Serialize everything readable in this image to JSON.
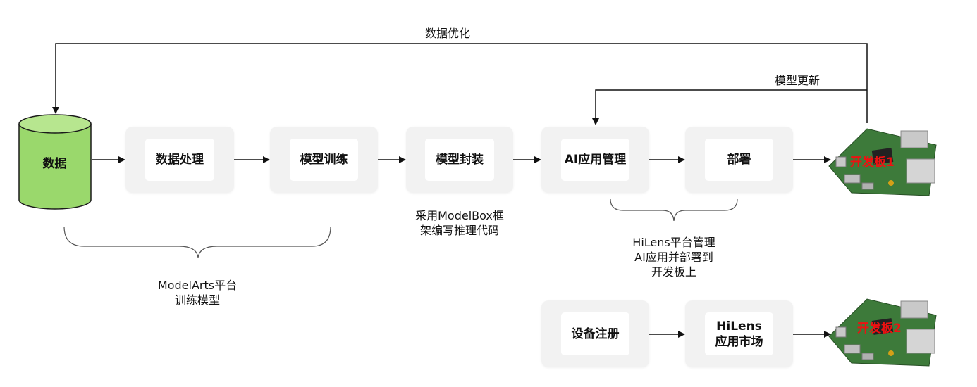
{
  "database": {
    "label": "数据",
    "fill_color": "#9ad86c",
    "stroke_color": "#1a1a1a"
  },
  "pipeline": [
    {
      "id": "data-processing",
      "label": "数据处理"
    },
    {
      "id": "model-training",
      "label": "模型训练"
    },
    {
      "id": "model-packaging",
      "label": "模型封装"
    },
    {
      "id": "ai-app-management",
      "label": "AI应用管理"
    },
    {
      "id": "deploy",
      "label": "部署"
    }
  ],
  "registration": [
    {
      "id": "device-registration",
      "label": "设备注册"
    },
    {
      "id": "hilens-app-market",
      "label": "HiLens\n应用市场"
    }
  ],
  "boards": [
    {
      "id": "board-1",
      "label": "开发板1"
    },
    {
      "id": "board-2",
      "label": "开发板2"
    }
  ],
  "feedback": {
    "data_optimization": "数据优化",
    "model_update": "模型更新"
  },
  "annotations": {
    "modelarts": "ModelArts平台\n训练模型",
    "modelbox": "采用ModelBox框\n架编写推理代码",
    "hilens": "HiLens平台管理\nAI应用并部署到\n开发板上"
  },
  "colors": {
    "box_outer": "#f2f2f2",
    "box_inner": "#ffffff",
    "line": "#111111",
    "board_label": "#ee1111",
    "pcb": "#3d7a3a"
  }
}
